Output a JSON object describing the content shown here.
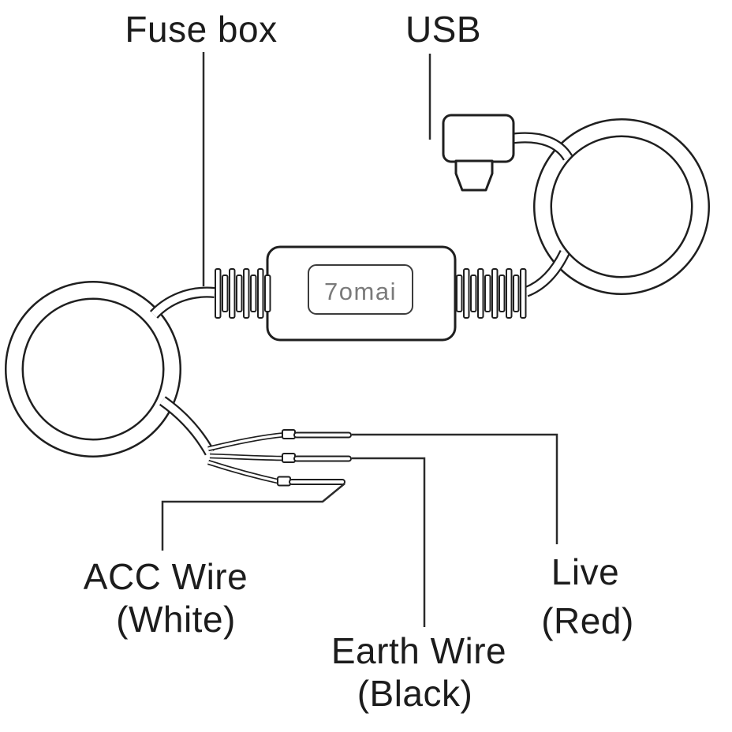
{
  "page": {
    "background": "#ffffff",
    "description": "Hardwire kit wiring diagram"
  },
  "colors": {
    "line": "#1f1f1f",
    "leader_line": "#2b2b2b",
    "label_text": "#1c1c1c",
    "logo_text": "#7a7a7a"
  },
  "labels": {
    "fuse_box": "Fuse box",
    "usb": "USB",
    "acc_wire": {
      "line1": "ACC Wire",
      "line2": "(White)"
    },
    "earth_wire": {
      "line1": "Earth Wire",
      "line2": "(Black)"
    },
    "live_wire": {
      "line1": "Live",
      "line2": "(Red)"
    }
  },
  "device": {
    "logo": "7omai"
  }
}
